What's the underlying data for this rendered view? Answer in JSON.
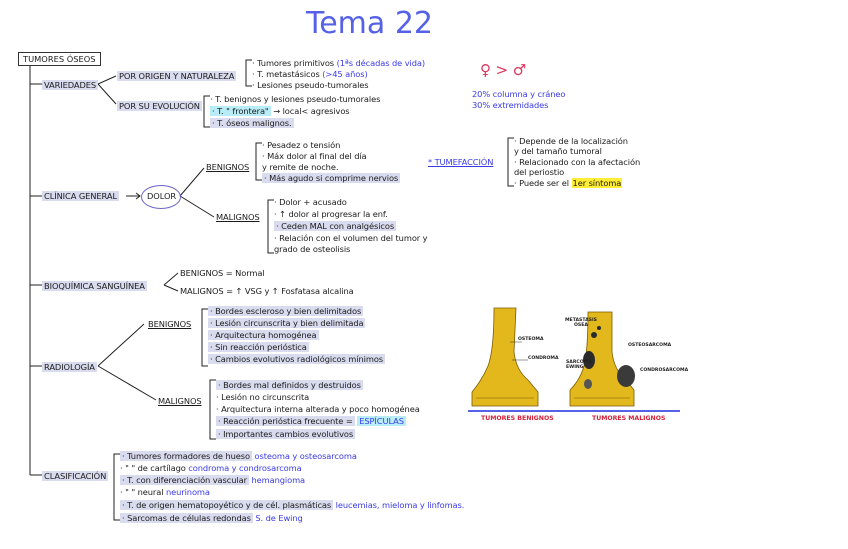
{
  "title": "Tema 22",
  "root": "TUMORES ÓSEOS",
  "variedades": {
    "label": "VARIEDADES",
    "origen_label": "POR ORIGEN Y NATURALEZA",
    "origen_items": [
      "· Tumores primitivos",
      "(1ªs décadas de vida)",
      "· T. metastásicos",
      "(>45 años)",
      "· Lesiones pseudo-tumorales"
    ],
    "evolucion_label": "POR SU EVOLUCIÓN",
    "evolucion_items": [
      "· T. benignos y lesiones pseudo-tumorales",
      "· T. \" frontera\"",
      "→ local< agresivos",
      "· T. óseos malignos."
    ]
  },
  "sex": {
    "ratio": "♀ > ♂",
    "line1": "20% columna y cráneo",
    "line2": "30% extremidades"
  },
  "clinica": {
    "label": "CLÍNICA GENERAL",
    "dolor": "DOLOR",
    "benignos_label": "BENIGNOS",
    "benignos_items": [
      "· Pesadez o tensión",
      "· Máx dolor al final del día",
      "  y remite de noche.",
      "· Más agudo si comprime nervios"
    ],
    "malignos_label": "MALIGNOS",
    "malignos_items": [
      "· Dolor + acusado",
      "· ↑ dolor al progresar la enf.",
      "· Ceden MAL con analgésicos",
      "· Relación con el volumen del tumor y",
      "  grado de osteolisis"
    ],
    "tumefaccion_label": "* TUMEFACCIÓN",
    "tumefaccion_items": [
      "· Depende de la localización",
      "  y del tamaño tumoral",
      "· Relacionado con la afectación",
      "  del periostio",
      "· Puede ser el",
      "1er síntoma"
    ]
  },
  "bioquimica": {
    "label": "BIOQUÍMICA SANGUÍNEA",
    "benignos": "BENIGNOS = Normal",
    "malignos": "MALIGNOS = ↑ VSG y ↑ Fosfatasa alcalina"
  },
  "radiologia": {
    "label": "RADIOLOGÍA",
    "benignos_label": "BENIGNOS",
    "benignos_items": [
      "· Bordes escleroso y bien delimitados",
      "· Lesión circunscrita y bien delimitada",
      "· Arquitectura homogénea",
      "· Sin reacción perióstica",
      "· Cambios evolutivos radiológicos mínimos"
    ],
    "malignos_label": "MALIGNOS",
    "malignos_items": [
      "· Bordes mal definidos y destruidos",
      "· Lesión no circunscrita",
      "· Arquitectura interna alterada y poco homogénea",
      "· Reacción perióstica frecuente =",
      "ESPÍCULAS",
      "· Importantes cambios evolutivos"
    ]
  },
  "clasificacion": {
    "label": "CLASIFICACIÓN",
    "rows": [
      {
        "text": "· Tumores formadores de hueso",
        "blue": "osteoma y osteosarcoma"
      },
      {
        "text": "· \"              \" de cartílago",
        "blue": "condroma y condrosarcoma"
      },
      {
        "text": "· T. con diferenciación vascular",
        "blue": "hemangioma"
      },
      {
        "text": "· \"              \" neural",
        "blue": "neurinoma"
      },
      {
        "text": "· T. de origen hematopoyético y de cél. plasmáticas",
        "blue": "leucemias, mieloma y linfomas."
      },
      {
        "text": "· Sarcomas de células redondas",
        "blue": "S. de Ewing"
      }
    ]
  },
  "figure": {
    "benign_labels": [
      "OSTEOMA",
      "CONDROMA"
    ],
    "malign_labels": [
      "METASTASIS ÓSEA",
      "OSTEOSARCOMA",
      "SARCOMA EWING",
      "CONDROSARCOMA"
    ],
    "benign_caption": "TUMORES BENIGNOS",
    "malign_caption": "TUMORES MALIGNOS",
    "bone_color": "#e3b81c",
    "lesion_color": "#2b2b2b"
  }
}
